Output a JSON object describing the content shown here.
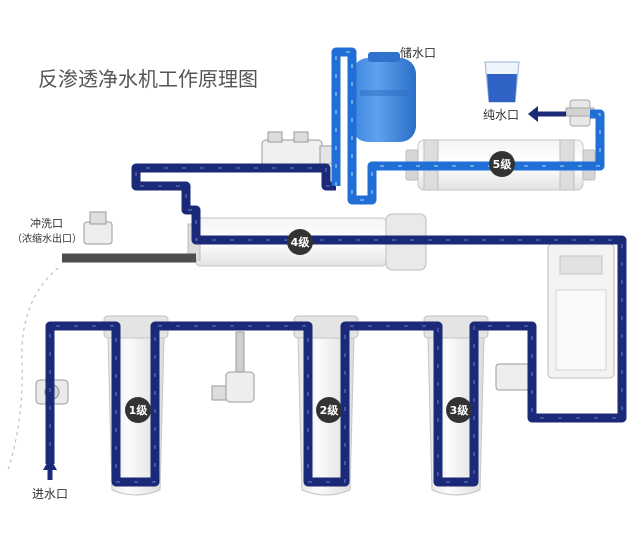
{
  "title": "反渗透净水机工作原理图",
  "labels": {
    "storage_tank": "储水口",
    "pure_water_outlet": "纯水口",
    "flush_outlet": "冲洗口",
    "concentrate_outlet": "（浓缩水出口）",
    "water_inlet": "进水口"
  },
  "stages": {
    "stage1": "1级",
    "stage2": "2级",
    "stage3": "3级",
    "stage4": "4级",
    "stage5": "5级"
  },
  "colors": {
    "raw_water_pipe": "#1a2a78",
    "pure_water_pipe": "#1f6fd6",
    "concentrate_pipe": "#555555",
    "badge": "#333333",
    "housing_outline": "#c8c8c8"
  }
}
